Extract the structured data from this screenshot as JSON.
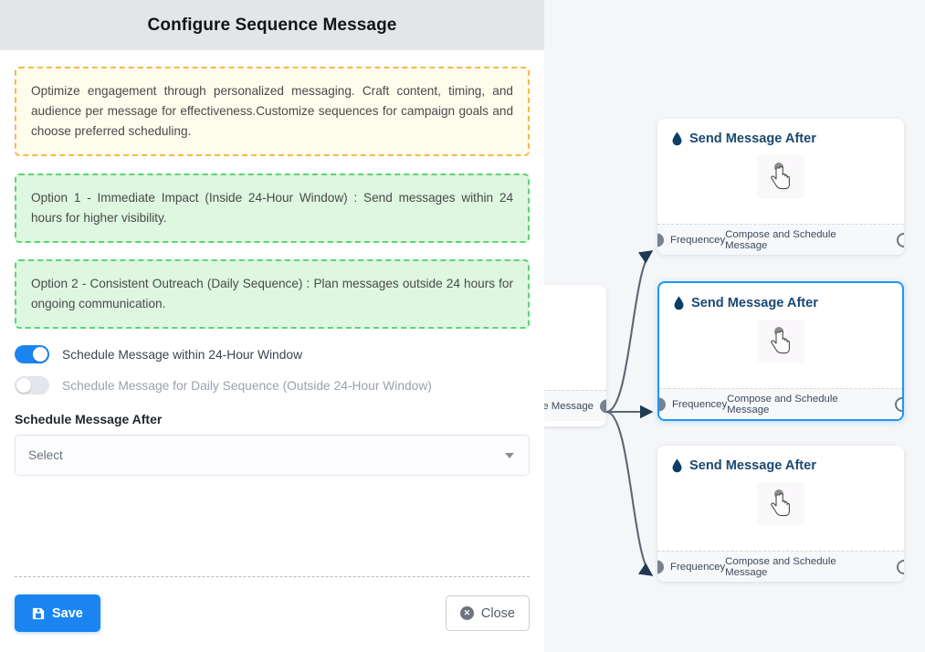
{
  "panel": {
    "title": "Configure Sequence Message",
    "info_text": "Optimize engagement through personalized messaging. Craft content, timing, and audience per message for effectiveness.Customize sequences for campaign goals and choose preferred scheduling.",
    "options": [
      "Option 1 - Immediate Impact (Inside 24-Hour Window) : Send messages within 24 hours for higher visibility.",
      "Option 2 - Consistent Outreach (Daily Sequence) : Plan messages outside 24 hours for ongoing communication."
    ],
    "toggles": [
      {
        "label": "Schedule Message within 24-Hour Window",
        "state": "on"
      },
      {
        "label": "Schedule Message for Daily Sequence (Outside 24-Hour Window)",
        "state": "off"
      }
    ],
    "schedule_field": {
      "label": "Schedule Message After",
      "value": "Select",
      "caret_icon": "chevron-down-icon"
    },
    "footer": {
      "save_label": "Save",
      "save_icon": "floppy-disk-icon",
      "close_label": "Close",
      "close_icon": "close-circle-icon"
    }
  },
  "canvas": {
    "partial_node": {
      "footer_text": "ce Message"
    },
    "nodes": [
      {
        "title": "Send Message After",
        "title_icon": "water-drop-icon",
        "body_icon": "pointing-hand-icon",
        "footer_left": "Frequencey",
        "footer_right": "Compose and Schedule Message",
        "selected": false
      },
      {
        "title": "Send Message After",
        "title_icon": "water-drop-icon",
        "body_icon": "pointing-hand-icon",
        "footer_left": "Frequencey",
        "footer_right": "Compose and Schedule Message",
        "selected": true
      },
      {
        "title": "Send Message After",
        "title_icon": "water-drop-icon",
        "body_icon": "pointing-hand-icon",
        "footer_left": "Frequencey",
        "footer_right": "Compose and Schedule Message",
        "selected": false
      }
    ]
  },
  "colors": {
    "accent_blue": "#1a85f0",
    "selected_border": "#2196f3",
    "node_title": "#1a4971",
    "info_border": "#f5b94a",
    "info_bg": "#fdfced",
    "option_border": "#5fd373",
    "option_bg": "#ddf7e0",
    "header_bg": "#e2e6e9",
    "canvas_bg": "#f4f6f8",
    "edge_gray": "#5d6770"
  }
}
